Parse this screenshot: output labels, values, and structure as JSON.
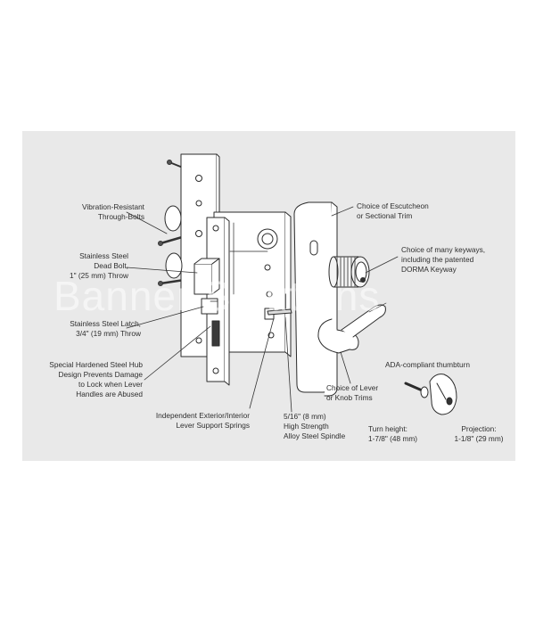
{
  "watermark": "Banner Solutions",
  "callouts": {
    "through_bolts": "Vibration-Resistant\nThrough-Bolts",
    "dead_bolt": "Stainless Steel\nDead Bolt,\n1\" (25 mm) Throw",
    "latch": "Stainless Steel Latch,\n3/4\" (19 mm) Throw",
    "hub": "Special Hardened Steel Hub\nDesign Prevents Damage\nto Lock when Lever\nHandles are Abused",
    "springs": "Independent Exterior/Interior\nLever Support Springs",
    "spindle": "5/16\" (8 mm)\nHigh Strength\nAlloy Steel Spindle",
    "escutcheon": "Choice of Escutcheon\nor Sectional Trim",
    "keyways": "Choice of many keyways,\nincluding the patented\nDORMA Keyway",
    "lever_trims": "Choice of Lever\nor Knob Trims",
    "thumbturn": "ADA-compliant thumbturn",
    "turn_height": "Turn height:\n1-7/8\" (48 mm)",
    "projection": "Projection:\n1-1/8\" (29 mm)"
  }
}
